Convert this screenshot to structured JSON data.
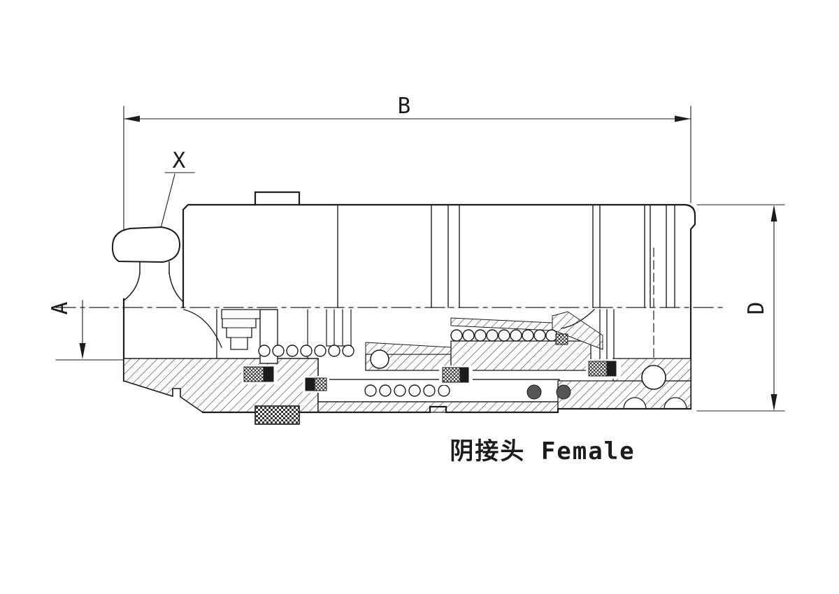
{
  "drawing": {
    "caption": "阴接头 Female",
    "detail_label": "X",
    "dimensions": {
      "overall_length": "B",
      "thread_depth": "A",
      "outer_diameter": "D"
    },
    "colors": {
      "background": "#ffffff",
      "line": "#1c1c1c"
    }
  }
}
